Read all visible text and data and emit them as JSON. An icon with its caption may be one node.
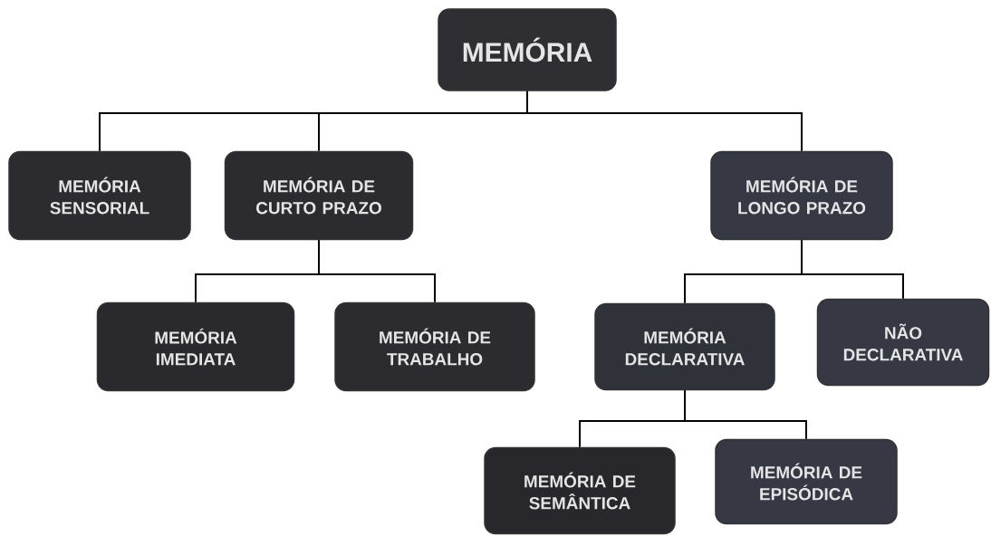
{
  "diagram": {
    "nodes": [
      {
        "text": [
          "MEMÓRIA"
        ]
      },
      {
        "text": [
          "MEMÓRIA SENSORIAL"
        ]
      },
      {
        "text": [
          "MEMÓRIA DE CURTO PRAZO"
        ]
      },
      {
        "text": [
          "MEMÓRIA DE LONGO PRAZO"
        ]
      },
      {
        "text": [
          "MEMÓRIA IMEDIATA"
        ]
      },
      {
        "text": [
          "MEMÓRIA DE TRABALHO"
        ]
      },
      {
        "text": [
          "MEMÓRIA DECLARATIVA"
        ]
      },
      {
        "text": [
          "NÃO DECLARATIVA"
        ]
      },
      {
        "text": [
          "MEMÓRIA DE SEMÂNTICA"
        ]
      },
      {
        "text": [
          "MEMÓRIA DE EPISÓDICA"
        ]
      }
    ],
    "edges": [
      {
        "from": 0,
        "to": 1,
        "arrow": "none"
      },
      {
        "from": 0,
        "to": 2,
        "arrow": "none"
      },
      {
        "from": 0,
        "to": 3,
        "arrow": "none"
      },
      {
        "from": 2,
        "to": 4,
        "arrow": "none"
      },
      {
        "from": 2,
        "to": 5,
        "arrow": "none"
      },
      {
        "from": 3,
        "to": 6,
        "arrow": "none"
      },
      {
        "from": 3,
        "to": 7,
        "arrow": "none"
      },
      {
        "from": 6,
        "to": 8,
        "arrow": "none"
      },
      {
        "from": 6,
        "to": 9,
        "arrow": "none"
      }
    ]
  }
}
